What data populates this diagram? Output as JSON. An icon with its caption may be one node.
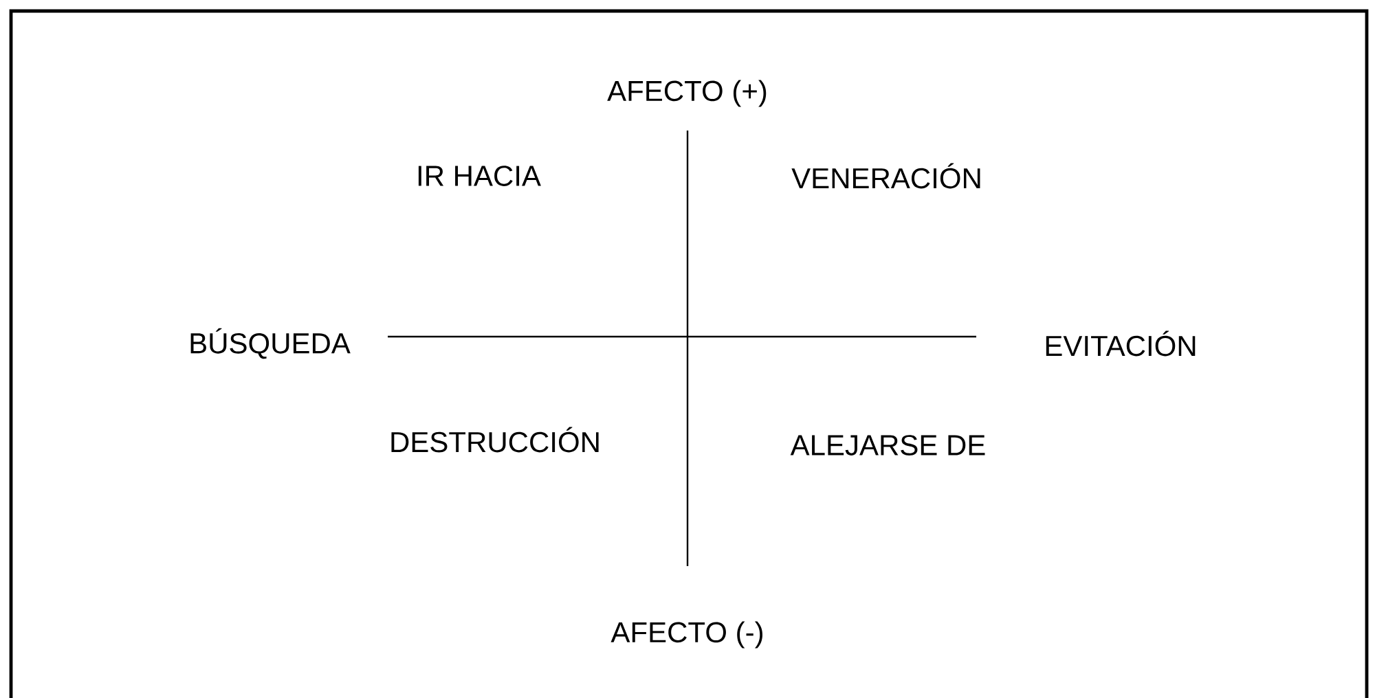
{
  "diagram": {
    "labels": [
      "AFECTO (+)",
      "IR HACIA",
      "VENERACIÓN",
      "BÚSQUEDA",
      "EVITACIÓN",
      "DESTRUCCIÓN",
      "ALEJARSE DE",
      "AFECTO (-)"
    ]
  }
}
